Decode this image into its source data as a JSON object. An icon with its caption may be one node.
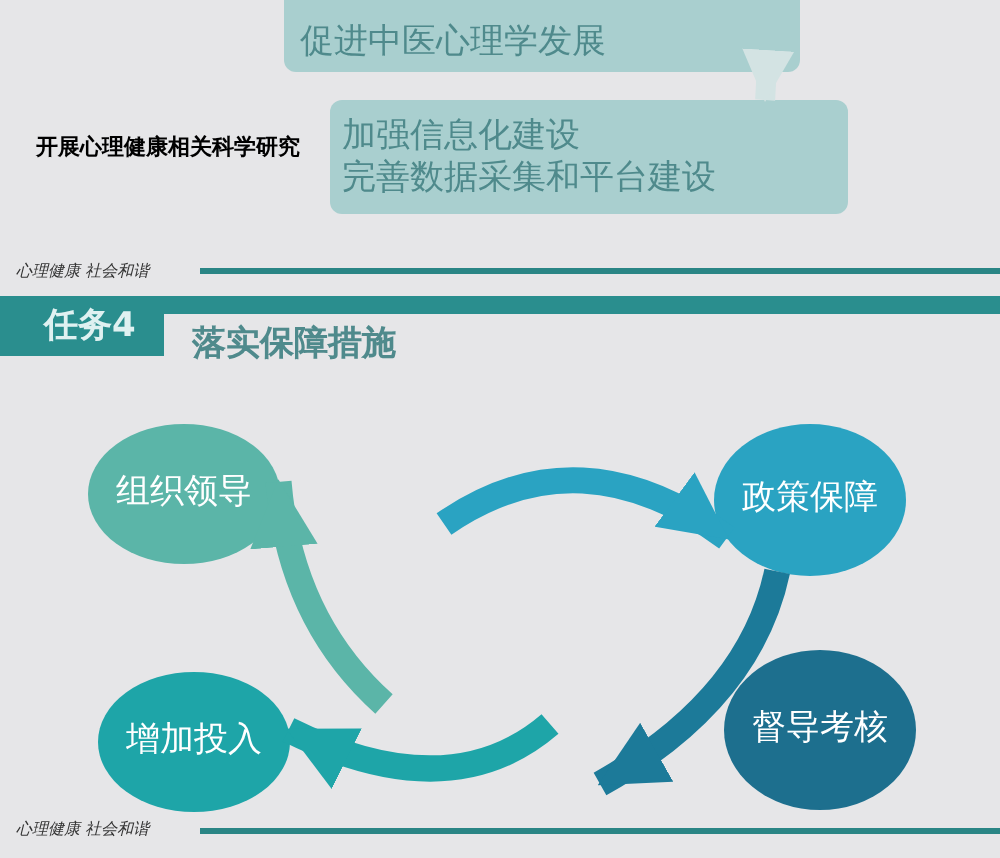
{
  "diagram": {
    "nodes": [
      {
        "text": [
          "促进中医心理学发展"
        ]
      },
      {
        "text": [
          "加强信息化建设",
          "完善数据采集和平台建设"
        ]
      },
      {
        "text": [
          "任务4"
        ]
      },
      {
        "text": [
          "组织领导"
        ]
      },
      {
        "text": [
          "政策保障"
        ]
      },
      {
        "text": [
          "增加投入"
        ]
      },
      {
        "text": [
          "督导考核"
        ]
      }
    ],
    "edges": [
      {
        "from": 0,
        "to": 1,
        "arrow": "to",
        "color": "#d3e3e3"
      },
      {
        "from": null,
        "to": 4,
        "arrow": "to",
        "color": "#2aa3c2"
      },
      {
        "from": 4,
        "to": null,
        "arrow": "to",
        "color": "#1c7a99"
      },
      {
        "from": null,
        "to": 5,
        "arrow": "to",
        "color": "#1ea5a8"
      },
      {
        "from": null,
        "to": 3,
        "arrow": "to",
        "color": "#5bb5a8"
      }
    ],
    "labels": [
      "开展心理健康相关科学研究",
      "心理健康 社会和谐",
      "落实保障措施",
      "心理健康 社会和谐"
    ]
  }
}
